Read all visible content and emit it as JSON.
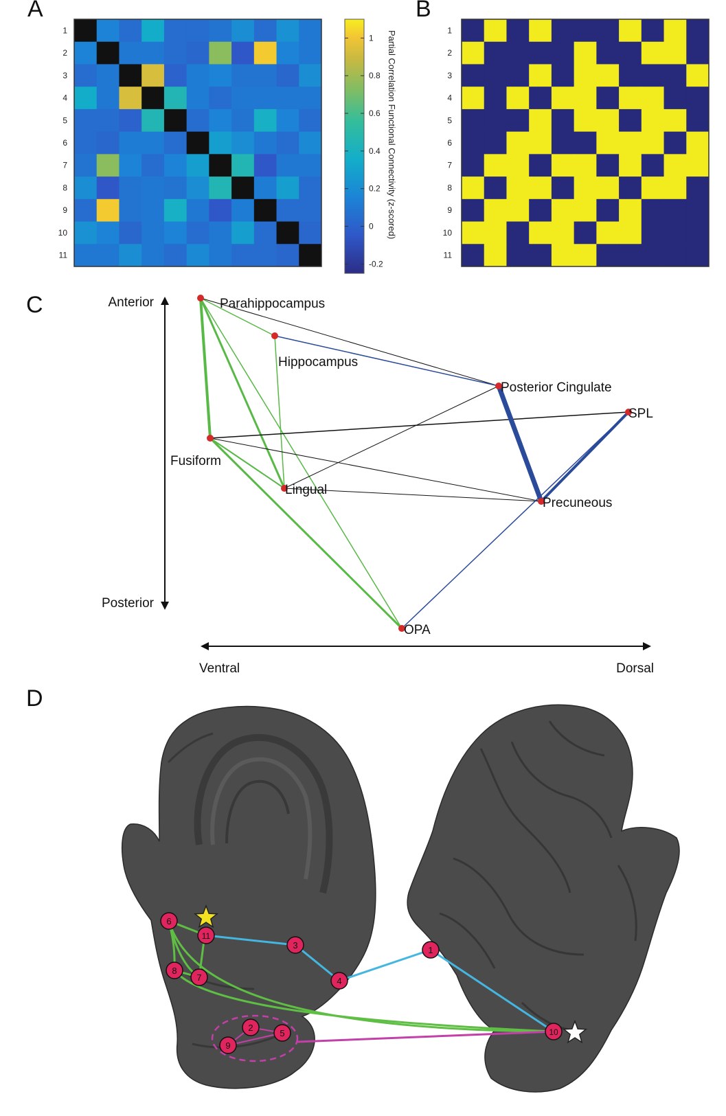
{
  "panels": {
    "a": "A",
    "b": "B",
    "c": "C",
    "d": "D"
  },
  "colorbar": {
    "label": "Partial Correlation Functional Connectivity (z-scored)",
    "ticks": [
      "1",
      "0.8",
      "0.6",
      "0.4",
      "0.2",
      "0",
      "-0.2"
    ],
    "tick_values": [
      1,
      0.8,
      0.6,
      0.4,
      0.2,
      0,
      -0.2
    ],
    "range": [
      -0.25,
      1.1
    ]
  },
  "chart_data": [
    {
      "type": "heatmap",
      "panel": "A",
      "row_labels": [
        "1",
        "2",
        "3",
        "4",
        "5",
        "6",
        "7",
        "8",
        "9",
        "10",
        "11"
      ],
      "diagonal_color": "#111111",
      "values": [
        [
          null,
          0.15,
          0.05,
          0.35,
          0.05,
          0.05,
          0.08,
          0.2,
          0.05,
          0.22,
          0.1
        ],
        [
          0.15,
          null,
          0.1,
          0.1,
          0.05,
          0.02,
          0.75,
          -0.05,
          1.02,
          0.15,
          0.1
        ],
        [
          0.05,
          0.1,
          null,
          0.93,
          0.0,
          0.12,
          0.15,
          0.08,
          0.08,
          0.02,
          0.2
        ],
        [
          0.35,
          0.1,
          0.93,
          null,
          0.45,
          0.12,
          0.05,
          0.1,
          0.1,
          0.1,
          0.1
        ],
        [
          0.05,
          0.05,
          0.0,
          0.45,
          null,
          0.05,
          0.15,
          0.08,
          0.38,
          0.15,
          0.05
        ],
        [
          0.05,
          0.02,
          0.12,
          0.12,
          0.05,
          null,
          0.28,
          0.2,
          0.1,
          0.05,
          0.18
        ],
        [
          0.08,
          0.75,
          0.15,
          0.05,
          0.15,
          0.28,
          null,
          0.45,
          -0.05,
          0.1,
          0.1
        ],
        [
          0.2,
          -0.05,
          0.08,
          0.1,
          0.08,
          0.2,
          0.45,
          null,
          0.12,
          0.28,
          0.05
        ],
        [
          0.05,
          1.02,
          0.08,
          0.1,
          0.38,
          0.1,
          -0.05,
          0.12,
          null,
          0.05,
          0.05
        ],
        [
          0.22,
          0.15,
          0.02,
          0.1,
          0.15,
          0.05,
          0.1,
          0.28,
          0.05,
          null,
          0.02
        ],
        [
          0.1,
          0.1,
          0.2,
          0.1,
          0.05,
          0.18,
          0.1,
          0.05,
          0.05,
          0.02,
          null
        ]
      ]
    },
    {
      "type": "heatmap",
      "panel": "B",
      "row_labels": [
        "1",
        "2",
        "3",
        "4",
        "5",
        "6",
        "7",
        "8",
        "9",
        "10",
        "11"
      ],
      "colors": {
        "0": "#27297a",
        "1": "#f2ec1e"
      },
      "values": [
        [
          0,
          1,
          0,
          1,
          0,
          0,
          0,
          1,
          0,
          1,
          0
        ],
        [
          1,
          0,
          0,
          0,
          0,
          1,
          0,
          0,
          1,
          1,
          0
        ],
        [
          0,
          0,
          0,
          1,
          0,
          1,
          1,
          0,
          0,
          0,
          1
        ],
        [
          1,
          0,
          1,
          0,
          1,
          1,
          0,
          1,
          1,
          0,
          0
        ],
        [
          0,
          0,
          0,
          1,
          0,
          1,
          1,
          0,
          1,
          1,
          0
        ],
        [
          0,
          0,
          1,
          1,
          0,
          0,
          1,
          1,
          1,
          0,
          1
        ],
        [
          0,
          1,
          1,
          0,
          1,
          1,
          0,
          1,
          0,
          1,
          1
        ],
        [
          1,
          0,
          1,
          1,
          0,
          1,
          1,
          0,
          1,
          1,
          0
        ],
        [
          0,
          1,
          1,
          0,
          1,
          1,
          0,
          1,
          0,
          0,
          0
        ],
        [
          1,
          1,
          0,
          1,
          1,
          0,
          1,
          1,
          0,
          0,
          0
        ],
        [
          0,
          1,
          0,
          0,
          1,
          1,
          0,
          0,
          0,
          0,
          0
        ]
      ]
    }
  ],
  "network": {
    "axes": {
      "anterior": "Anterior",
      "posterior": "Posterior",
      "ventral": "Ventral",
      "dorsal": "Dorsal"
    },
    "nodes": [
      {
        "id": "parahippocampus",
        "label": "Parahippocampus"
      },
      {
        "id": "hippocampus",
        "label": "Hippocampus"
      },
      {
        "id": "posterior-cingulate",
        "label": "Posterior Cingulate"
      },
      {
        "id": "spl",
        "label": "SPL"
      },
      {
        "id": "fusiform",
        "label": "Fusiform"
      },
      {
        "id": "lingual",
        "label": "Lingual"
      },
      {
        "id": "precuneous",
        "label": "Precuneous"
      },
      {
        "id": "opa",
        "label": "OPA"
      }
    ],
    "colors": {
      "green": "#58b947",
      "blue": "#2a4a9a",
      "black": "#111111",
      "node": "#d42a2a"
    }
  },
  "brain": {
    "markers": [
      "1",
      "2",
      "3",
      "4",
      "5",
      "6",
      "7",
      "8",
      "9",
      "10",
      "11"
    ],
    "colors": {
      "surface": "#4b4b4b",
      "marker": "#e0245e",
      "green": "#5fbe44",
      "cyan": "#45b6df",
      "magenta": "#c240a8",
      "star_left": "#f3e21f",
      "star_right": "#ffffff"
    }
  }
}
